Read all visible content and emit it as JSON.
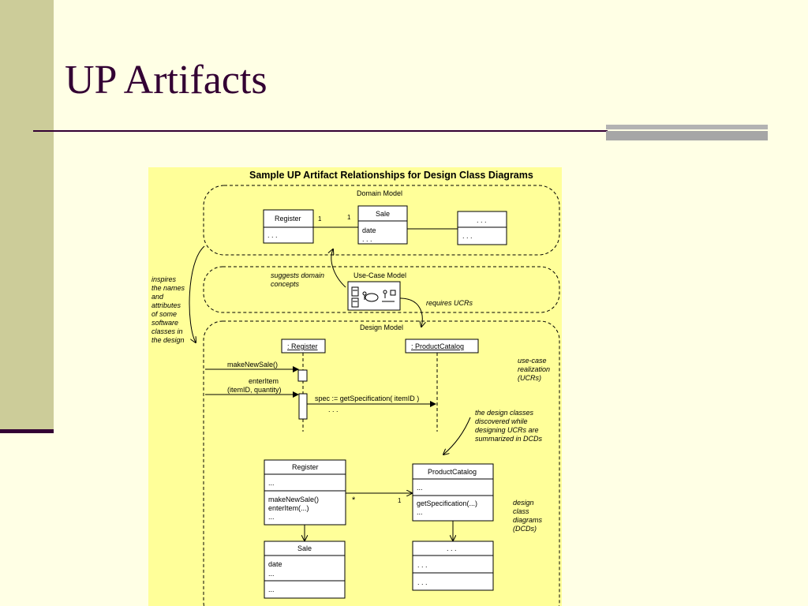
{
  "slide": {
    "title": "UP Artifacts"
  },
  "diagram": {
    "heading": "Sample UP Artifact Relationships for Design Class Diagrams",
    "domain_model": {
      "label": "Domain Model",
      "register_class": "Register",
      "register_attrs": ". . .",
      "mult_left": "1",
      "mult_right": "1",
      "sale_class": "Sale",
      "sale_attr": "date",
      "sale_more": ". . .",
      "other_class": ". . .",
      "other_attrs": ". . ."
    },
    "use_case_model": {
      "label": "Use-Case Model"
    },
    "design_model": {
      "label": "Design Model",
      "lifeline_register": ": Register",
      "lifeline_catalog": ": ProductCatalog",
      "msg_make_new_sale": "makeNewSale()",
      "msg_enter_item_1": "enterItem",
      "msg_enter_item_2": "(itemID, quantity)",
      "msg_spec": "spec := getSpecification( itemID )",
      "msg_more": ". . .",
      "dcd_register": {
        "name": "Register",
        "attrs": "...",
        "op1": "makeNewSale()",
        "op2": "enterItem(...)",
        "op3": "..."
      },
      "assoc_star": "*",
      "assoc_one": "1",
      "dcd_catalog": {
        "name": "ProductCatalog",
        "attrs": "...",
        "op1": "getSpecification(...)",
        "op2": "..."
      },
      "dcd_sale": {
        "name": "Sale",
        "attr": "date",
        "attr_more": "...",
        "ops": "..."
      },
      "dcd_other": {
        "name": ". . .",
        "attrs": ". . .",
        "ops": ". . ."
      }
    },
    "annotations": {
      "inspires": [
        "inspires",
        "the names",
        "and",
        "attributes",
        "of some",
        "software",
        "classes in",
        "the design"
      ],
      "suggests": [
        "suggests domain",
        "concepts"
      ],
      "requires": "requires UCRs",
      "use_case_realization": [
        "use-case",
        "realization",
        "(UCRs)"
      ],
      "design_classes": [
        "the design classes",
        "discovered while",
        "designing UCRs are",
        "summarized in DCDs"
      ],
      "design_class_diagrams": [
        "design",
        "class",
        "diagrams",
        "(DCDs)"
      ]
    }
  }
}
